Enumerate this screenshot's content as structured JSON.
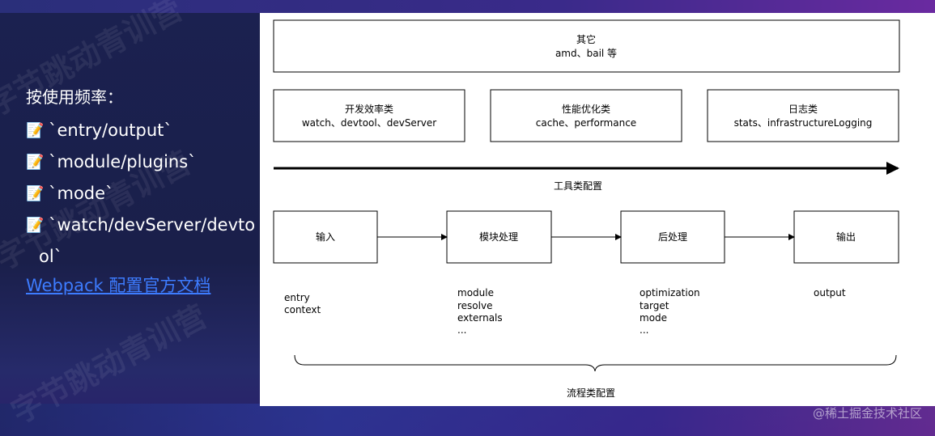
{
  "left_panel": {
    "heading": "按使用频率：",
    "items": [
      "`entry/output`",
      "`module/plugins`",
      "`mode`",
      "`watch/devServer/devto"
    ],
    "item_continuation": "ol`",
    "link_text": "Webpack 配置官方文档",
    "item_icon": "📝",
    "item_icon_name": "memo-icon"
  },
  "diagram": {
    "top_box": {
      "title": "其它",
      "subtitle": "amd、bail 等"
    },
    "category_boxes": [
      {
        "title": "开发效率类",
        "subtitle": "watch、devtool、devServer"
      },
      {
        "title": "性能优化类",
        "subtitle": "cache、performance"
      },
      {
        "title": "日志类",
        "subtitle": "stats、infrastructureLogging"
      }
    ],
    "tools_label": "工具类配置",
    "flow_boxes": [
      "输入",
      "模块处理",
      "后处理",
      "输出"
    ],
    "flow_details": [
      [
        "entry",
        "context"
      ],
      [
        "module",
        "resolve",
        "externals",
        "..."
      ],
      [
        "optimization",
        "target",
        "mode",
        "..."
      ],
      [
        "output"
      ]
    ],
    "flow_label": "流程类配置"
  },
  "site_watermark": "@稀土掘金技术社区",
  "bg_watermark": "字节跳动青训营",
  "colors": {
    "link": "#3d7cff",
    "background": "#1b2150"
  }
}
